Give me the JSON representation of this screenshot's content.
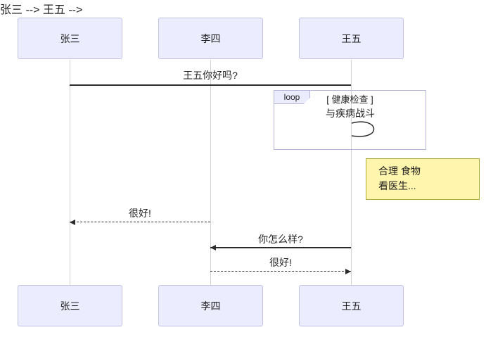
{
  "diagram": {
    "type": "sequence-diagram",
    "actors": [
      {
        "name": "张三"
      },
      {
        "name": "李四"
      },
      {
        "name": "王五"
      }
    ],
    "messages": [
      {
        "label": "王五你好吗?",
        "from": "张三",
        "to": "王五",
        "style": "solid"
      },
      {
        "label": "与疾病战斗",
        "from": "王五",
        "to": "王五",
        "style": "self-loop"
      },
      {
        "label": "很好!",
        "from": "李四",
        "to": "张三",
        "style": "dashed"
      },
      {
        "label": "你怎么样?",
        "from": "王五",
        "to": "李四",
        "style": "solid"
      },
      {
        "label": "很好!",
        "from": "李四",
        "to": "王五",
        "style": "dashed"
      }
    ],
    "loop": {
      "label": "loop",
      "condition": "[ 健康检查 ]"
    },
    "note": {
      "lines": [
        "合理 食物",
        "看医生..."
      ]
    },
    "colors": {
      "actor_fill": "#ECECFF",
      "actor_border": "#c3c3e8",
      "lifeline": "#d2d2d2",
      "message_line": "#2b2b2b",
      "loop_border": "#b6b6dd",
      "loop_label_fill": "#ECECFF",
      "note_fill": "#fff5ad",
      "note_border": "#aaaa33",
      "background": "#ffffff"
    }
  }
}
